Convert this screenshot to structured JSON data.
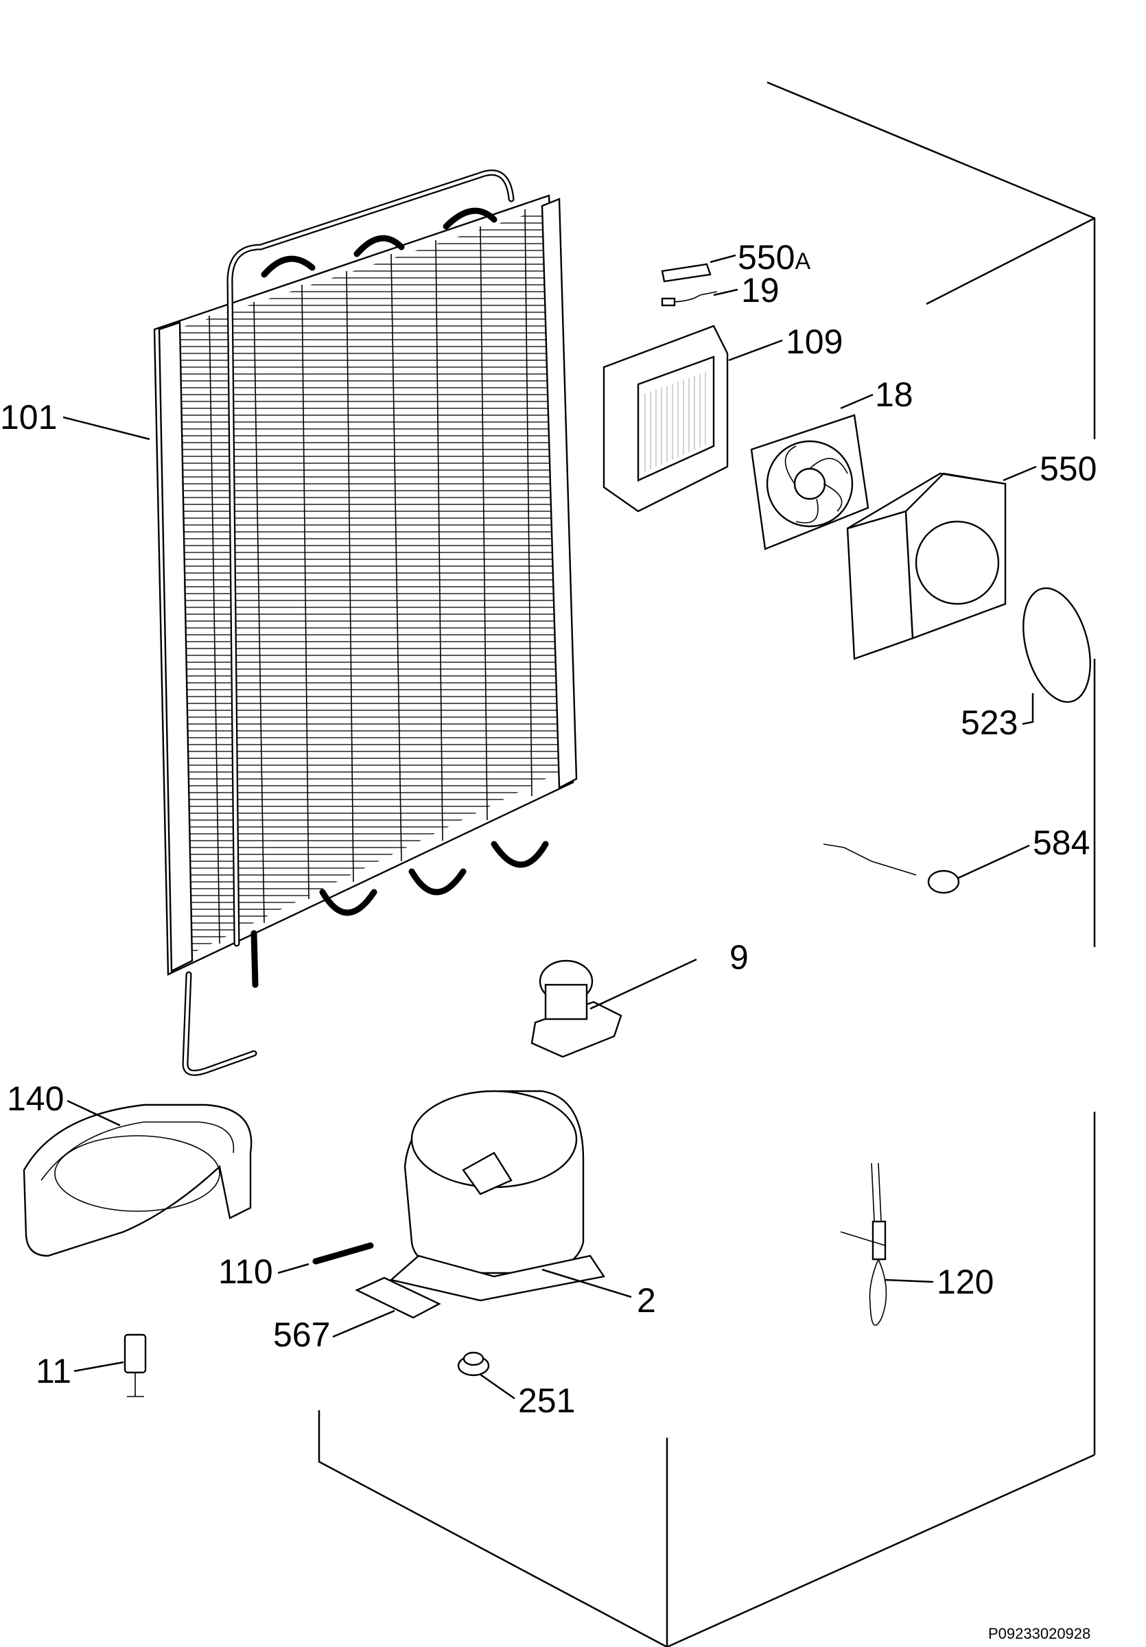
{
  "labels": {
    "p101": "101",
    "p550a": "550",
    "p550a_suffix": "A",
    "p19": "19",
    "p109": "109",
    "p18": "18",
    "p550": "550",
    "p523": "523",
    "p584": "584",
    "p9": "9",
    "p140": "140",
    "p110": "110",
    "p2": "2",
    "p567": "567",
    "p11": "11",
    "p251": "251",
    "p120": "120"
  },
  "diagram_code": "P09233020928"
}
